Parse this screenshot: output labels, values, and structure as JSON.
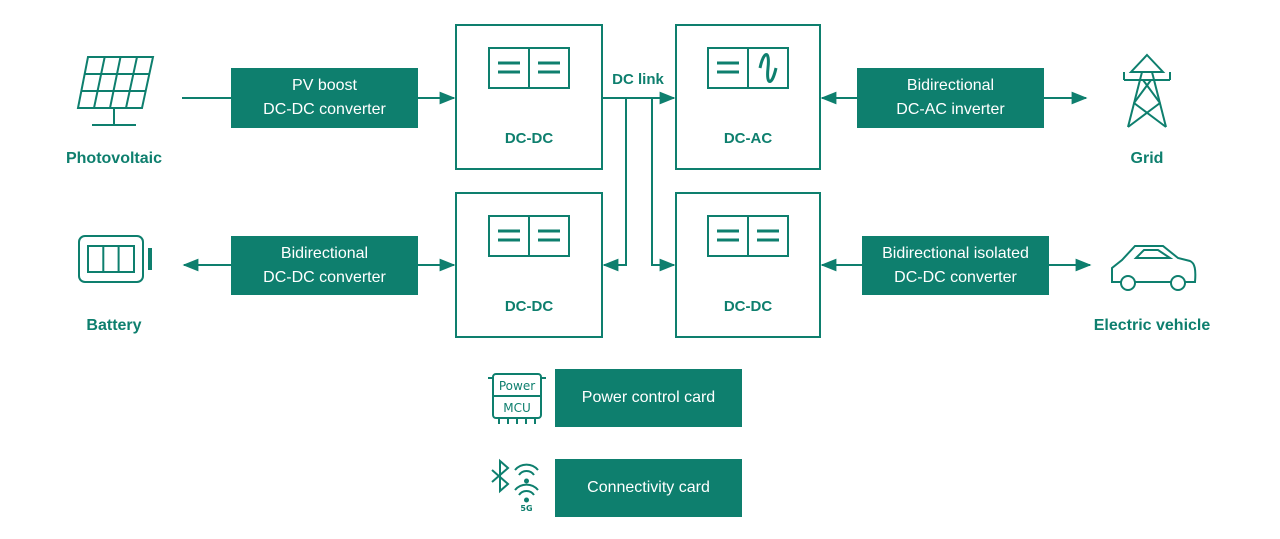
{
  "colors": {
    "accent": "#0e7f6e",
    "background": "#ffffff",
    "box_text": "#ffffff"
  },
  "endpoints": {
    "photovoltaic": "Photovoltaic",
    "battery": "Battery",
    "grid": "Grid",
    "electric_vehicle": "Electric vehicle"
  },
  "converters": {
    "pv_boost": {
      "line1": "PV boost",
      "line2": "DC-DC converter"
    },
    "battery_bidirectional": {
      "line1": "Bidirectional",
      "line2": "DC-DC converter"
    },
    "grid_inverter": {
      "line1": "Bidirectional",
      "line2": "DC-AC inverter"
    },
    "ev_isolated": {
      "line1": "Bidirectional isolated",
      "line2": "DC-DC converter"
    }
  },
  "blocks": {
    "top_left": "DC-DC",
    "top_right": "DC-AC",
    "bottom_left": "DC-DC",
    "bottom_right": "DC-DC"
  },
  "dc_link": "DC link",
  "cards": {
    "power_control": "Power control card",
    "connectivity": "Connectivity card",
    "mcu_chip_line1": "Power",
    "mcu_chip_line2": "MCU",
    "fiveg": "5G"
  },
  "icons": [
    "solar-panel-icon",
    "battery-icon",
    "transmission-tower-icon",
    "car-icon",
    "mcu-chip-icon",
    "bluetooth-icon",
    "wifi-icon",
    "5g-signal-icon",
    "dc-dc-symbol-icon",
    "dc-ac-symbol-icon"
  ]
}
